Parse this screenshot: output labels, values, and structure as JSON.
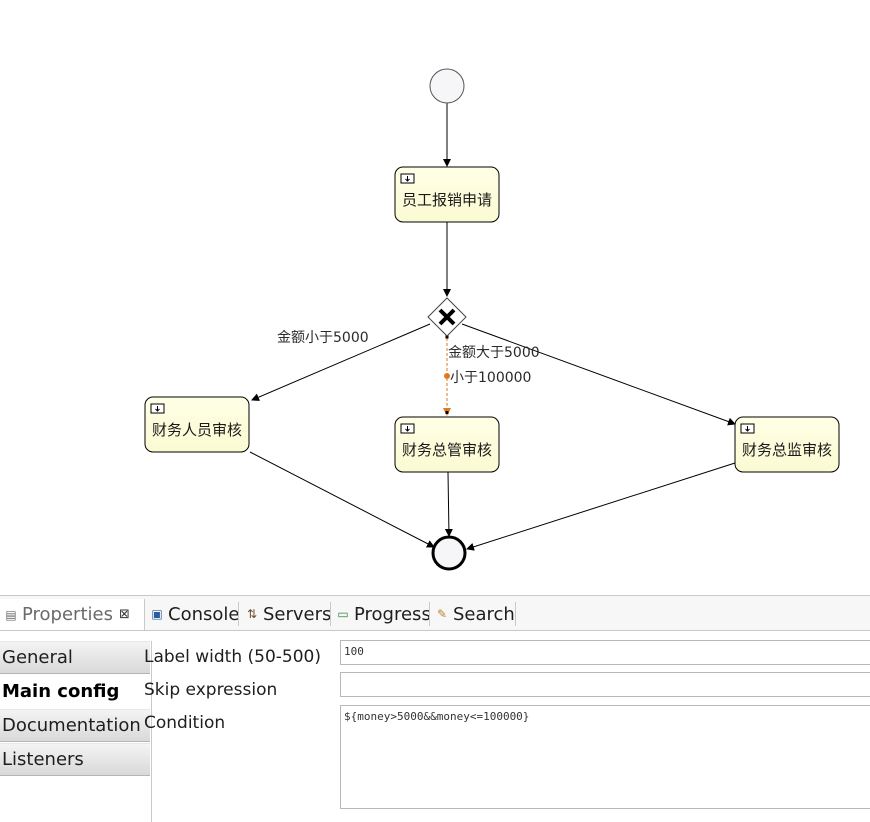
{
  "diagram": {
    "tasks": {
      "submit": "员工报销申请",
      "finance_staff": "财务人员审核",
      "finance_manager": "财务总管审核",
      "finance_director": "财务总监审核"
    },
    "flows": {
      "less_5000": "金额小于5000",
      "more_5000": "金额大于5000",
      "less_100000": "小于100000"
    }
  },
  "properties": {
    "tabs": {
      "properties": "Properties",
      "console": "Console",
      "servers": "Servers",
      "progress": "Progress",
      "search": "Search"
    },
    "sections": {
      "general": "General",
      "main_config": "Main config",
      "documentation": "Documentation",
      "listeners": "Listeners"
    },
    "fields": {
      "label_width": {
        "label": "Label width (50-500)",
        "value": "100"
      },
      "skip_expression": {
        "label": "Skip expression",
        "value": ""
      },
      "condition": {
        "label": "Condition",
        "value": "${money>5000&&money<=100000}"
      }
    }
  }
}
